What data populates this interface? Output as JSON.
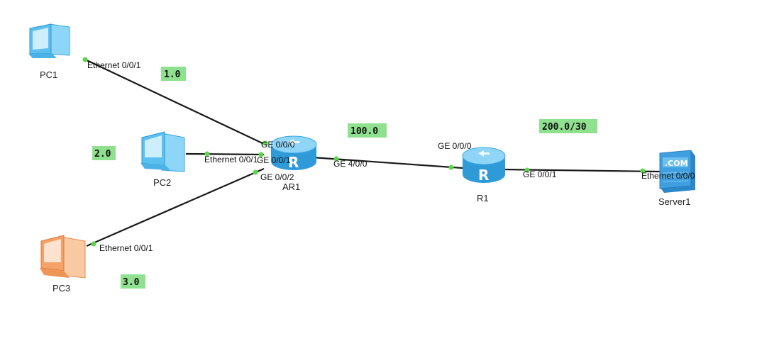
{
  "devices": {
    "pc1": {
      "label": "PC1",
      "color": "#5bc0f0"
    },
    "pc2": {
      "label": "PC2",
      "color": "#5bc0f0"
    },
    "pc3": {
      "label": "PC3",
      "color": "#f4a268"
    },
    "ar1": {
      "label": "AR1",
      "color": "#4fb6ec"
    },
    "r1": {
      "label": "R1",
      "color": "#4fb6ec"
    },
    "server1": {
      "label": "Server1",
      "badge": ".COM",
      "color": "#3f9fe0"
    }
  },
  "ports": {
    "pc1_eth": "Ethernet 0/0/1",
    "pc2_eth": "Ethernet 0/0/1",
    "pc3_eth": "Ethernet 0/0/1",
    "ar1_ge000": "GE 0/0/0",
    "ar1_ge001": "GE 0/0/1",
    "ar1_ge002": "GE 0/0/2",
    "ar1_ge400": "GE 4/0/0",
    "r1_ge000": "GE 0/0/0",
    "r1_ge001": "GE 0/0/1",
    "server1_eth": "Ethernet 0/0/0"
  },
  "networks": {
    "net1": "1.0",
    "net2": "2.0",
    "net3": "3.0",
    "net100": "100.0",
    "net200": "200.0/30"
  },
  "colors": {
    "port_dot": "#5cd64a",
    "network_label_bg": "#8fe08f",
    "link": "#1a1a1a"
  }
}
